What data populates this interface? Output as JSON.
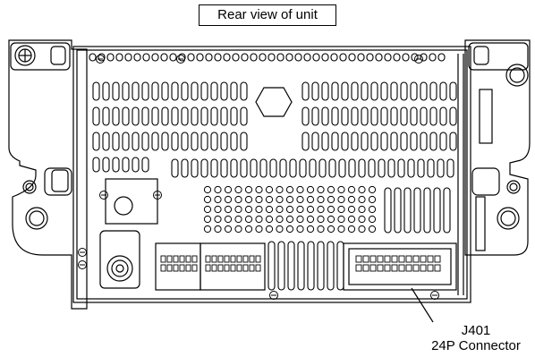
{
  "diagram": {
    "title": "Rear view of unit",
    "callout": {
      "id": "J401",
      "description": "24P Connector"
    }
  }
}
